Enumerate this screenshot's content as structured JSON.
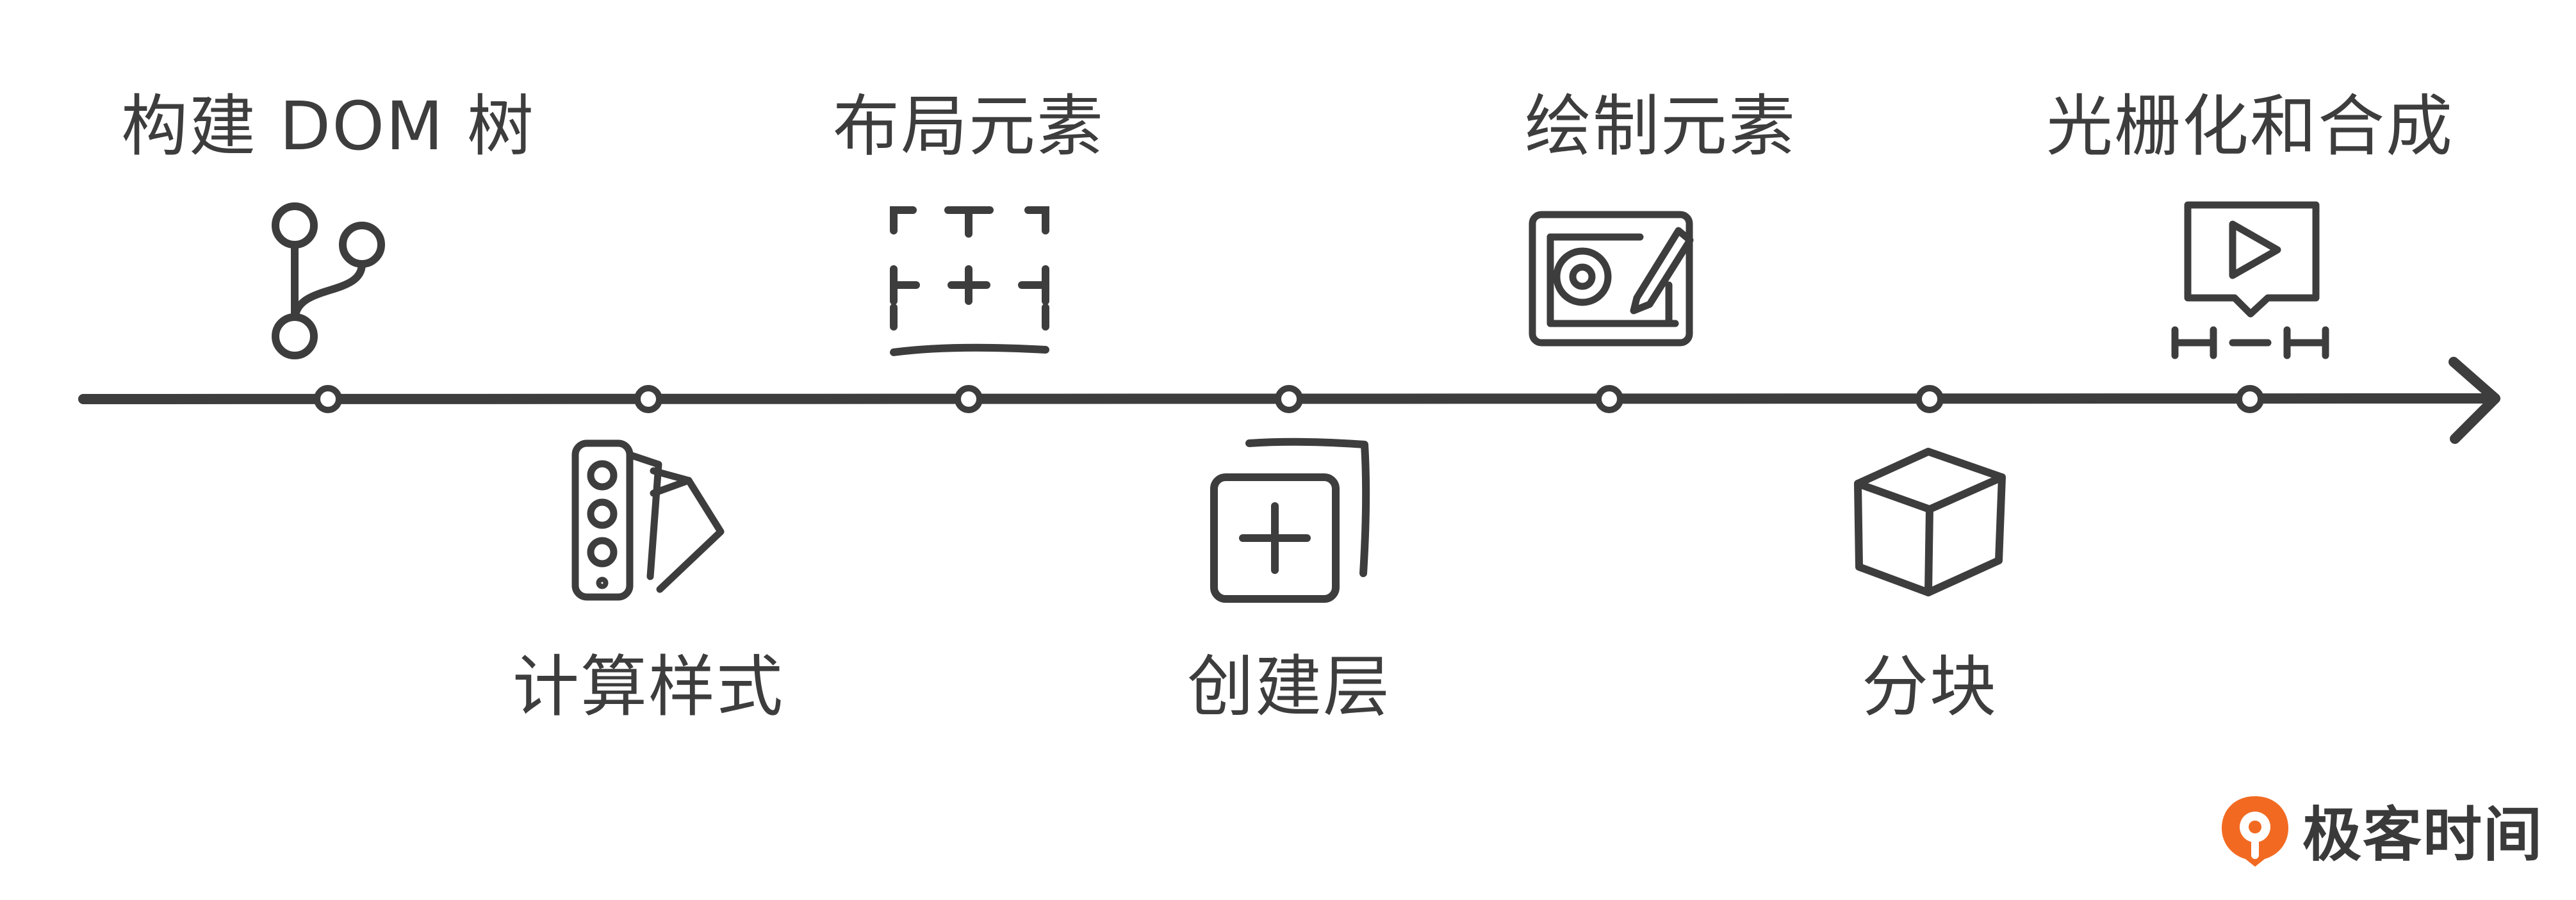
{
  "steps": [
    {
      "label": "构建 DOM 树",
      "icon": "git-branch-icon",
      "position": "above"
    },
    {
      "label": "计算样式",
      "icon": "color-palette-swatch-icon",
      "position": "below"
    },
    {
      "label": "布局元素",
      "icon": "layout-grid-icon",
      "position": "above"
    },
    {
      "label": "创建层",
      "icon": "add-layer-icon",
      "position": "below"
    },
    {
      "label": "绘制元素",
      "icon": "drawing-tablet-icon",
      "position": "above"
    },
    {
      "label": "分块",
      "icon": "cube-icon",
      "position": "below"
    },
    {
      "label": "光栅化和合成",
      "icon": "video-timeline-icon",
      "position": "above"
    }
  ],
  "brand": {
    "name": "极客时间",
    "icon": "geektime-logo-icon",
    "color": "#f26a22"
  },
  "colors": {
    "line": "#3d3d3d",
    "text": "#3d3d3d"
  }
}
